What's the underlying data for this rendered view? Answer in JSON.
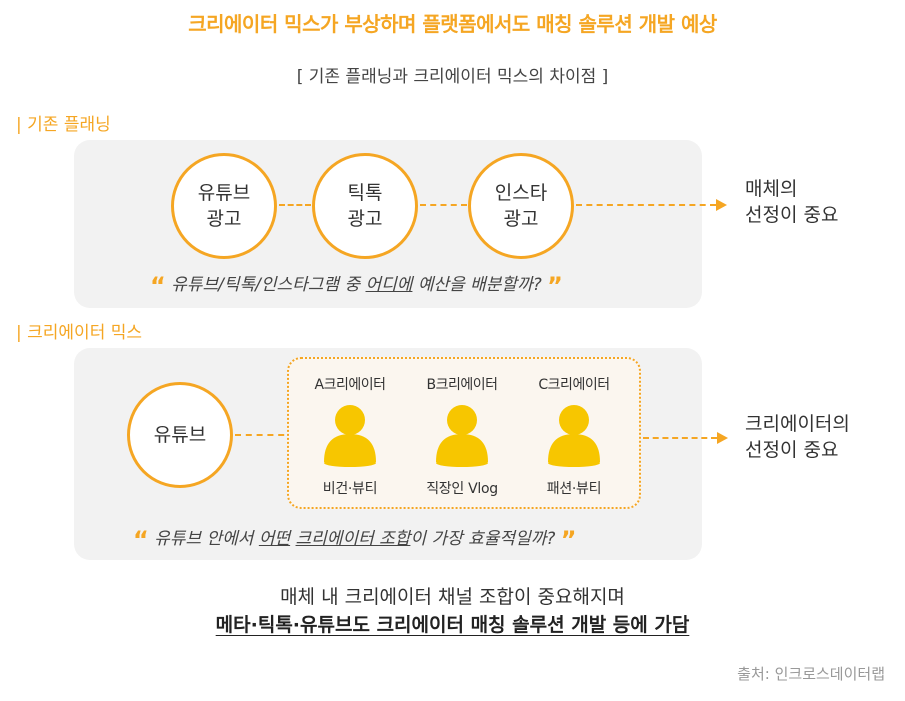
{
  "title": "크리에이터 믹스가 부상하며 플랫폼에서도 매칭 솔루션 개발 예상",
  "subtitle": "[ 기존 플래닝과 크리에이터 믹스의 차이점 ]",
  "existing": {
    "label": "| 기존 플래닝",
    "circles": [
      {
        "line1": "유튜브",
        "line2": "광고"
      },
      {
        "line1": "틱톡",
        "line2": "광고"
      },
      {
        "line1": "인스타",
        "line2": "광고"
      }
    ],
    "result_line1": "매체의",
    "result_line2": "선정이 중요",
    "quote_open": "“",
    "quote_close": "”",
    "quote_pre": "유튜브/틱톡/인스타그램 중 ",
    "quote_em": "어디에",
    "quote_post": " 예산을 배분할까?"
  },
  "mix": {
    "label": "| 크리에이터 믹스",
    "platform": "유튜브",
    "creators": [
      {
        "name": "A크리에이터",
        "tag": "비건·뷰티"
      },
      {
        "name": "B크리에이터",
        "tag": "직장인 Vlog"
      },
      {
        "name": "C크리에이터",
        "tag": "패션·뷰티"
      }
    ],
    "result_line1": "크리에이터의",
    "result_line2": "선정이 중요",
    "quote_open": "“",
    "quote_close": "”",
    "quote_pre": "유튜브 안에서 ",
    "quote_em1": "어떤",
    "quote_mid": " ",
    "quote_em2": "크리에이터 조합",
    "quote_post": "이 가장 효율적일까?"
  },
  "conclusion": {
    "line1": "매체 내 크리에이터 채널 조합이 중요해지며",
    "line2": "메타·틱톡·유튜브도 크리에이터 매칭 솔루션 개발 등에 가담"
  },
  "source": "출처: 인크로스데이터랩",
  "colors": {
    "accent": "#f5a623",
    "panel": "#f2f2f2",
    "person": "#f7c600"
  },
  "icons": {
    "creator": "person-icon"
  }
}
